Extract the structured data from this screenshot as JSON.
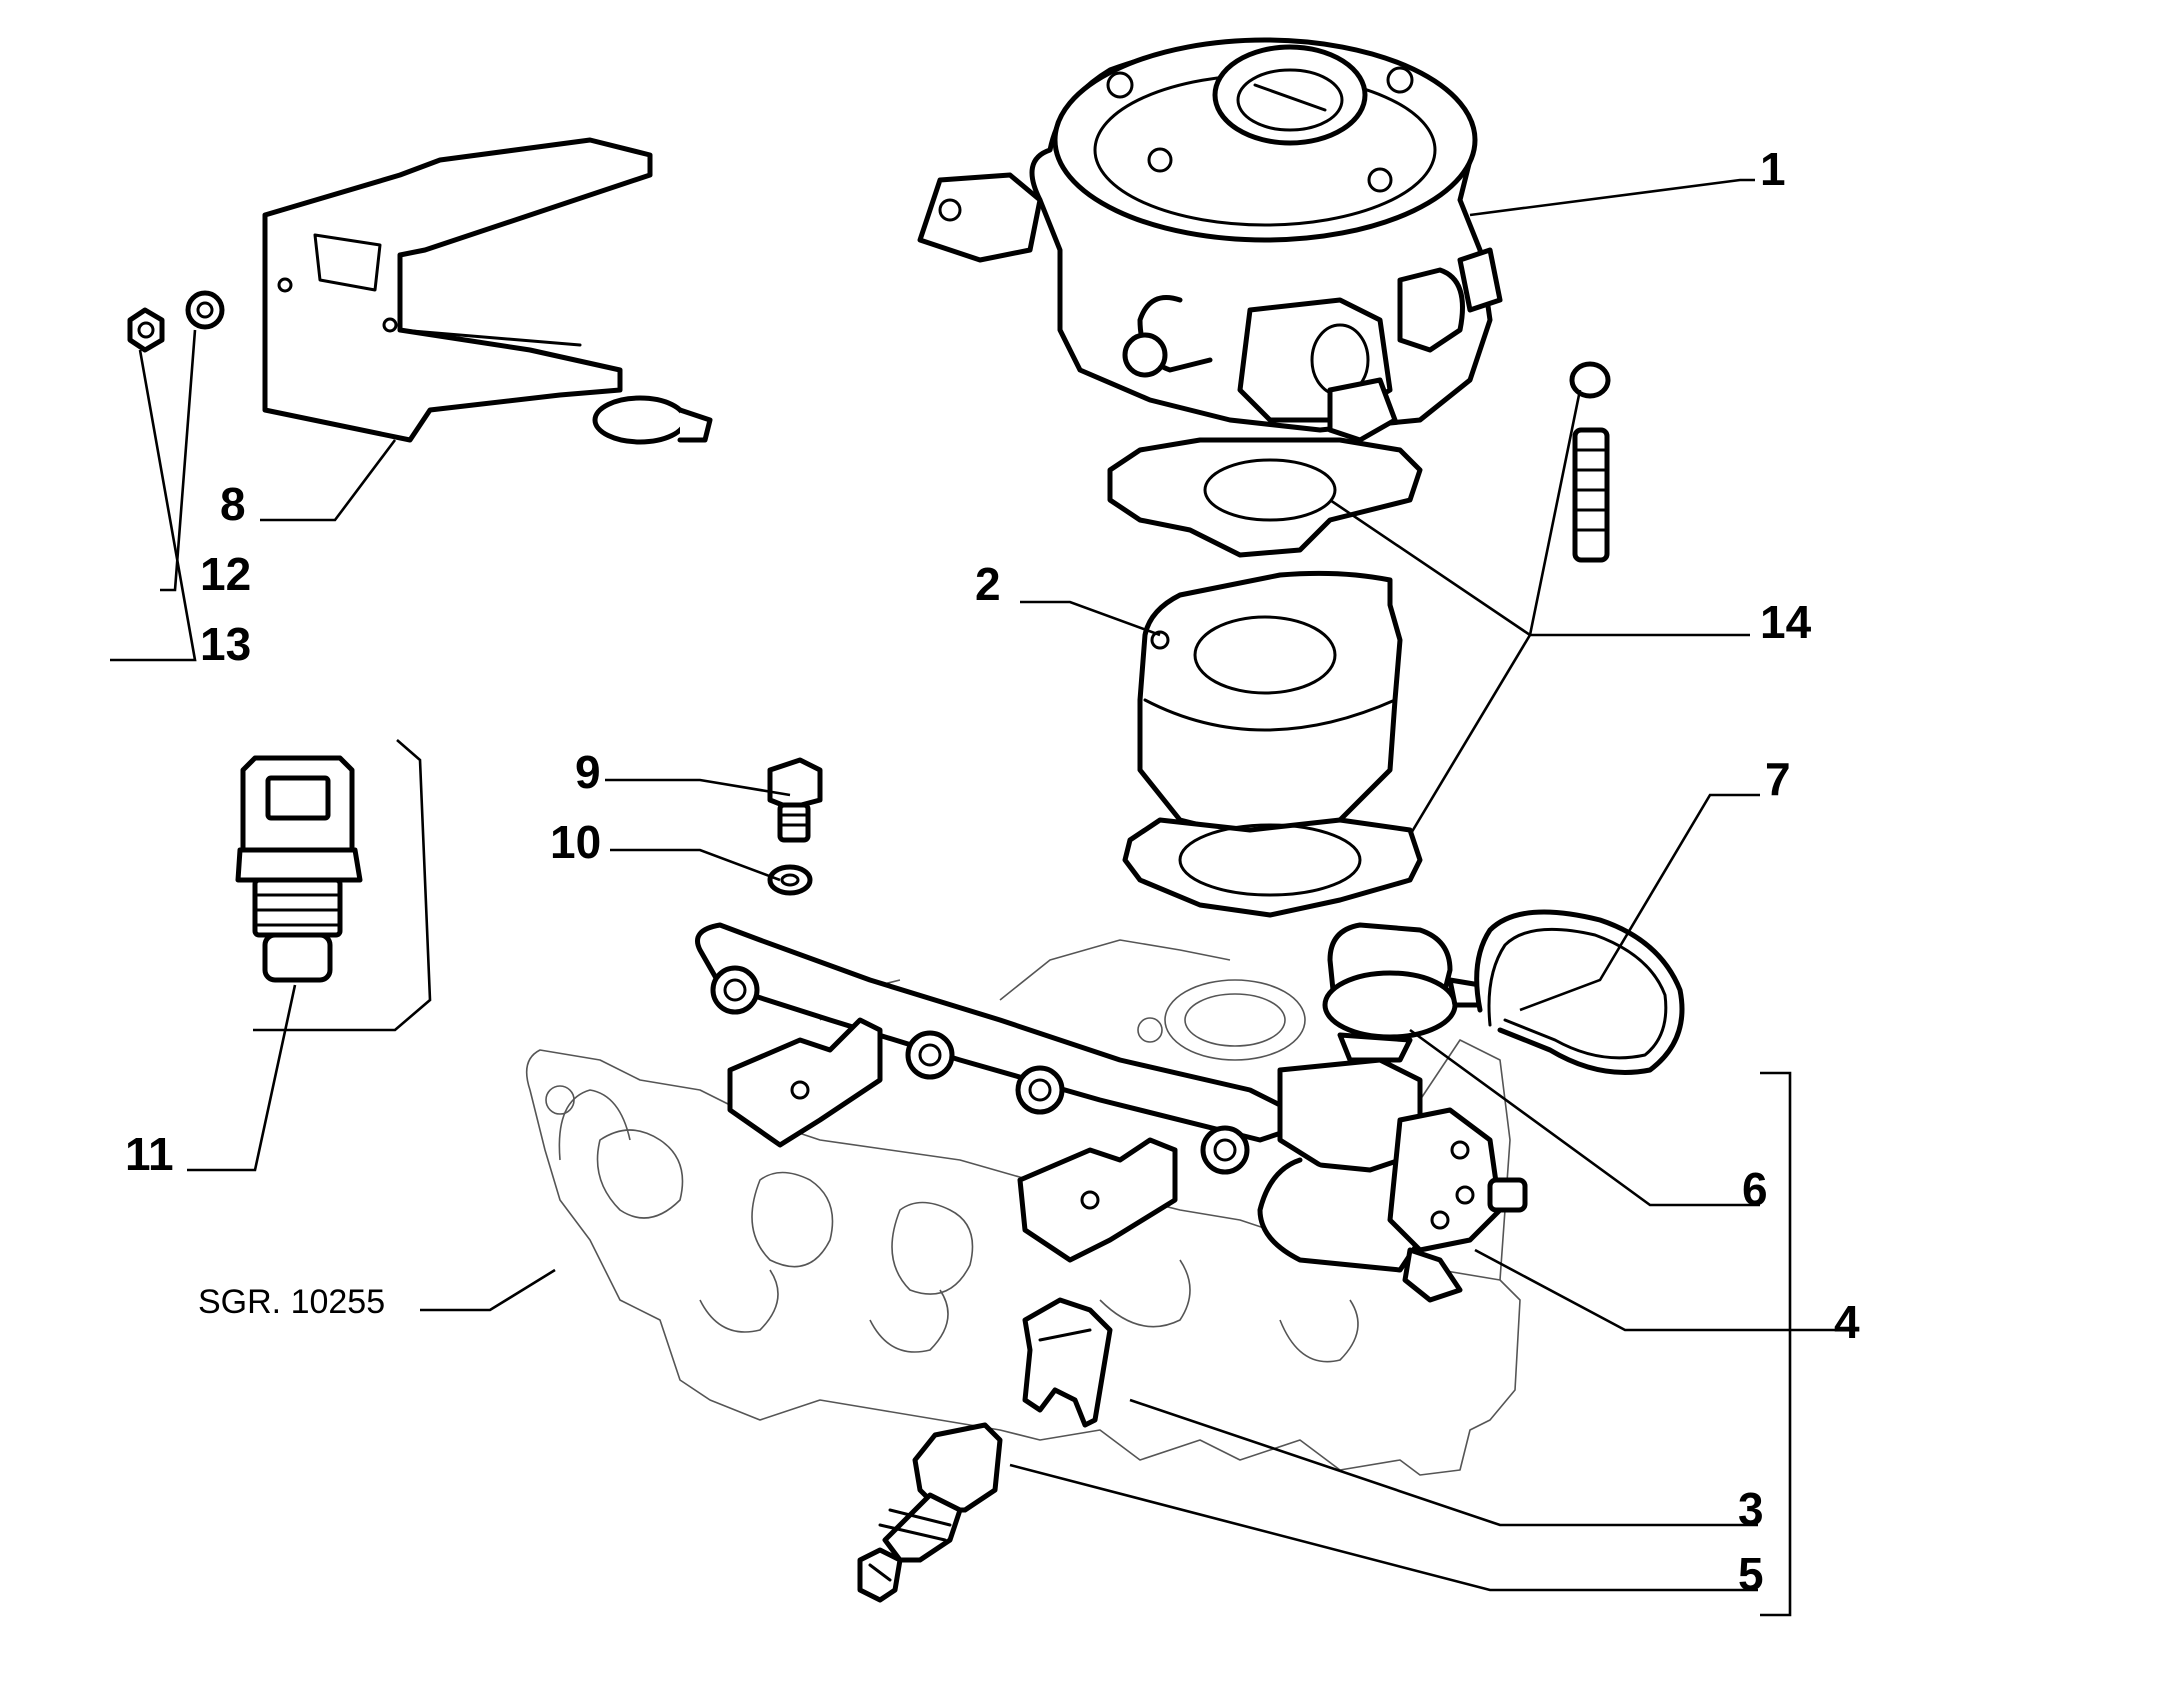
{
  "drawing_reference": "SGR. 10255",
  "callouts": {
    "c1": "1",
    "c2": "2",
    "c3": "3",
    "c4": "4",
    "c5": "5",
    "c6": "6",
    "c7": "7",
    "c8": "8",
    "c9": "9",
    "c10": "10",
    "c11": "11",
    "c12": "12",
    "c13": "13",
    "c14": "14"
  }
}
